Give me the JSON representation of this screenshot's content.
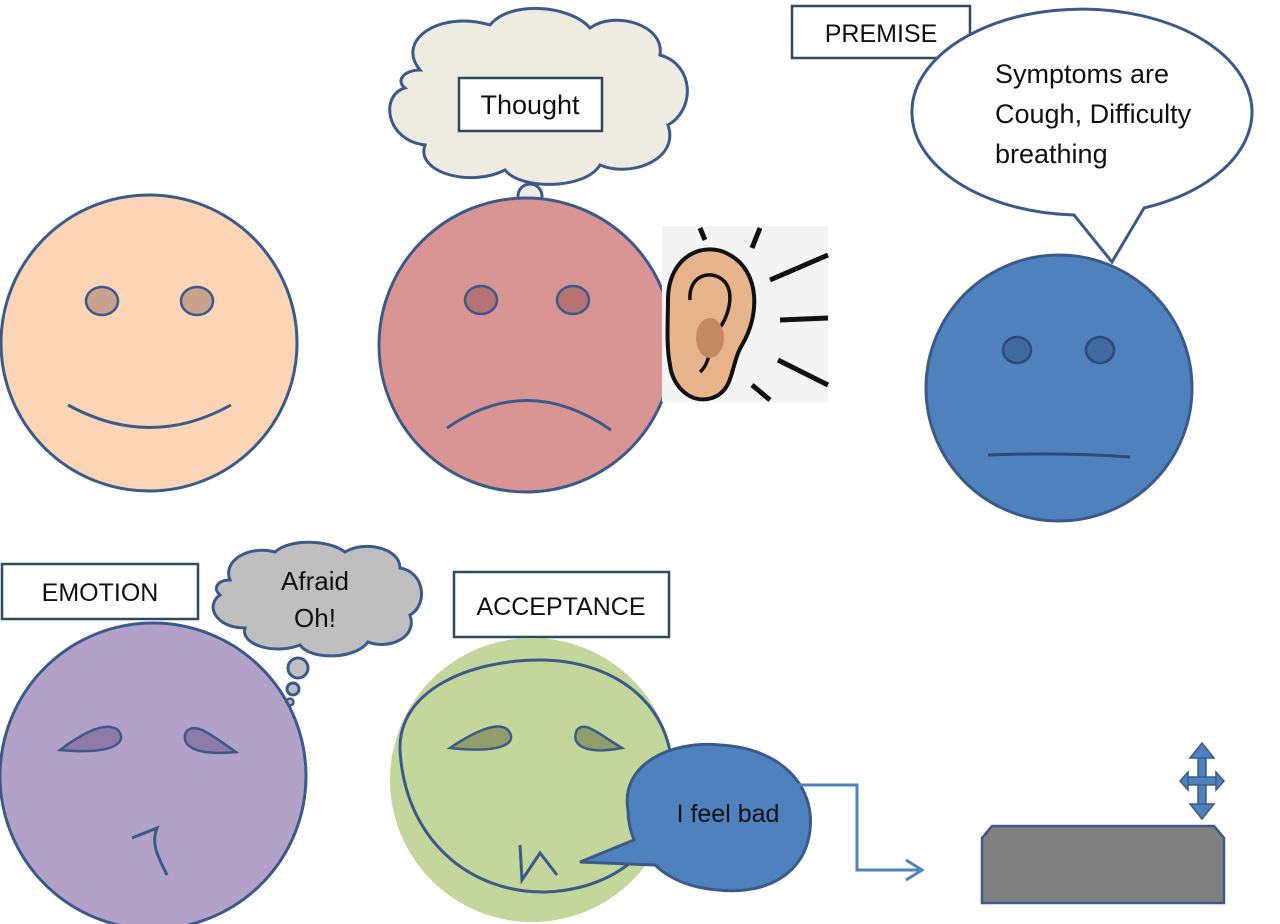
{
  "labels": {
    "thought": "Thought",
    "premise": "PREMISE",
    "emotion": "EMOTION",
    "acceptance": "ACCEPTANCE"
  },
  "bubbles": {
    "symptoms_lines": [
      "Symptoms are",
      "Cough, Difficulty",
      "breathing"
    ],
    "afraid_lines": [
      "Afraid",
      "Oh!"
    ],
    "feel_bad": "I feel bad"
  },
  "colors": {
    "outline": "#3b5a8a",
    "happy_face": "#fbd5b5",
    "sad_face": "#d99594",
    "blue_face": "#4f81bd",
    "purple_face": "#b2a2c7",
    "green_face": "#c3d69b",
    "thought_cloud": "#eeece1",
    "afraid_cloud": "#bfbfbf",
    "feel_bad_bubble": "#4f81bd",
    "arrow": "#4f81bd",
    "block": "#808080"
  },
  "icons": [
    "ear-icon",
    "move-cross-arrows-icon"
  ]
}
